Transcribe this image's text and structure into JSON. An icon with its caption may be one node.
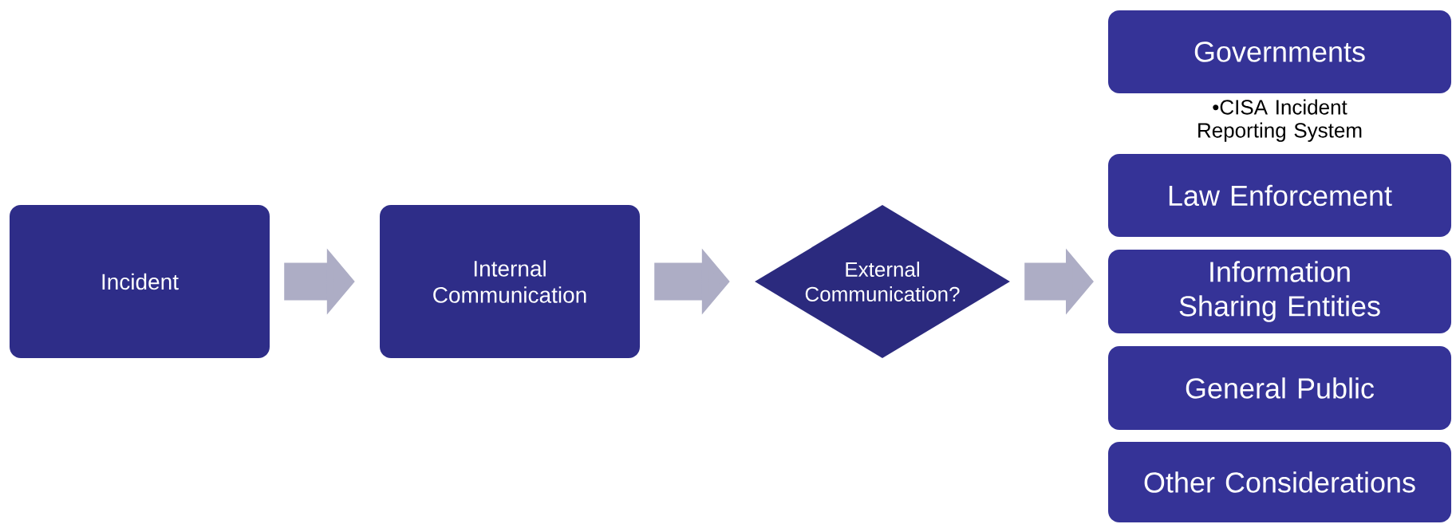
{
  "diagram": {
    "nodes": [
      {
        "text": [
          "Incident"
        ]
      },
      {
        "text": [
          "Internal Communication"
        ]
      },
      {
        "text": [
          "External Communication?"
        ]
      },
      {
        "text": [
          "Governments"
        ],
        "beside": [
          "•CISA Incident Reporting System"
        ]
      },
      {
        "text": [
          "Law Enforcement"
        ]
      },
      {
        "text": [
          "Information Sharing Entities"
        ]
      },
      {
        "text": [
          "General Public"
        ]
      },
      {
        "text": [
          "Other Considerations"
        ]
      }
    ],
    "edges": [
      {
        "from": 0,
        "to": 1,
        "arrow": "to"
      },
      {
        "from": 1,
        "to": 2,
        "arrow": "to"
      },
      {
        "from": 2,
        "to": null,
        "arrow": "to"
      }
    ]
  }
}
